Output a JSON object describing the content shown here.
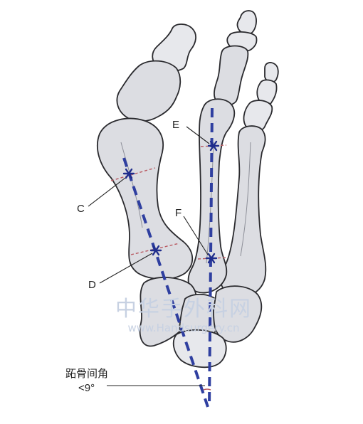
{
  "labels": {
    "c": "C",
    "d": "D",
    "e": "E",
    "f": "F"
  },
  "angle_label": {
    "line1": "跖骨间角",
    "line2": "<9°"
  },
  "watermark": {
    "cn": "中华手外科网",
    "url": "www.Handsurgery.cn"
  },
  "colors": {
    "axis": "#2f3fa0",
    "midline": "#b95a62",
    "bone_fill": "#dcdde2",
    "outline": "#2a2a2e"
  }
}
